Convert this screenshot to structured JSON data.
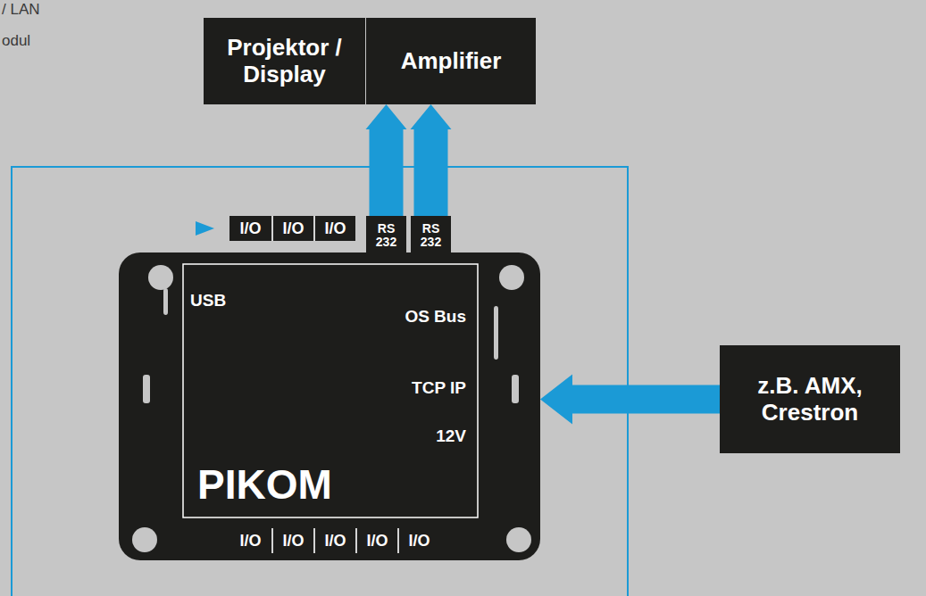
{
  "diagram": {
    "nodes": [
      {
        "text": [
          "Projektor / Display"
        ]
      },
      {
        "text": [
          "Amplifier"
        ]
      },
      {
        "text": [
          "RS 232"
        ]
      },
      {
        "text": [
          "RS 232"
        ]
      },
      {
        "text": [
          "USB",
          "OS Bus",
          "TCP IP",
          "12V",
          "PIKOM"
        ]
      },
      {
        "text": [
          "z.B. AMX, Crestron"
        ]
      }
    ],
    "edges": [
      {
        "from": 2,
        "to": 0,
        "arrow": "to"
      },
      {
        "from": 3,
        "to": 1,
        "arrow": "to"
      },
      {
        "from": 5,
        "to": 4,
        "arrow": "to"
      }
    ],
    "labels": [
      "/ LAN",
      "odul",
      "I/O",
      "I/O",
      "I/O",
      "I/O",
      "I/O",
      "I/O",
      "I/O",
      "I/O"
    ]
  }
}
